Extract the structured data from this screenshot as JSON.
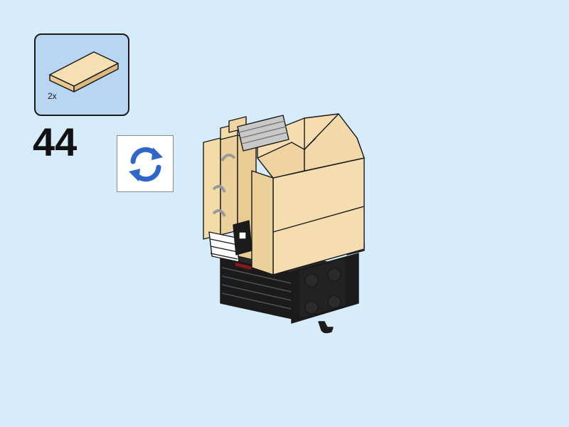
{
  "step": {
    "number": "44"
  },
  "parts": [
    {
      "quantity": "2x",
      "part": "tile-2x4",
      "color": "#f2d9a8"
    }
  ],
  "actions": {
    "rotate_icon": "rotate-arrows-icon"
  },
  "colors": {
    "background": "#d6ecfa",
    "parts_panel": "#b8d6f2",
    "tan_brick": "#f2d9a8",
    "black_brick": "#1b1b1b",
    "rotate_icon": "#2f66c9"
  }
}
